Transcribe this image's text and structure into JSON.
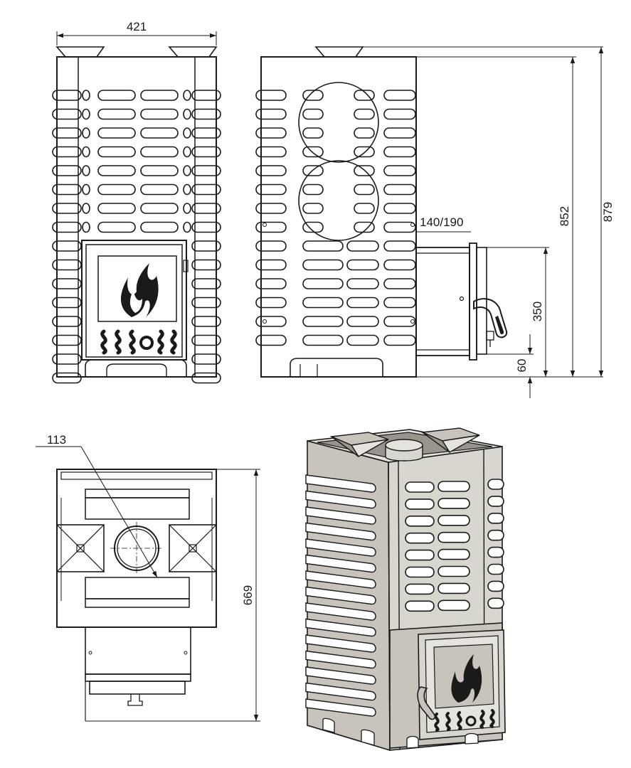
{
  "dimensions": {
    "width": "421",
    "height_body": "852",
    "height_total": "879",
    "door_offset": "140/190",
    "door_height": "350",
    "door_base": "60",
    "chimney_diameter": "113",
    "depth": "669"
  },
  "colors": {
    "line": "#1a1a1a",
    "steel": "#c8c4bc",
    "steel_dark": "#9a958c",
    "steel_light": "#e6e3de"
  }
}
